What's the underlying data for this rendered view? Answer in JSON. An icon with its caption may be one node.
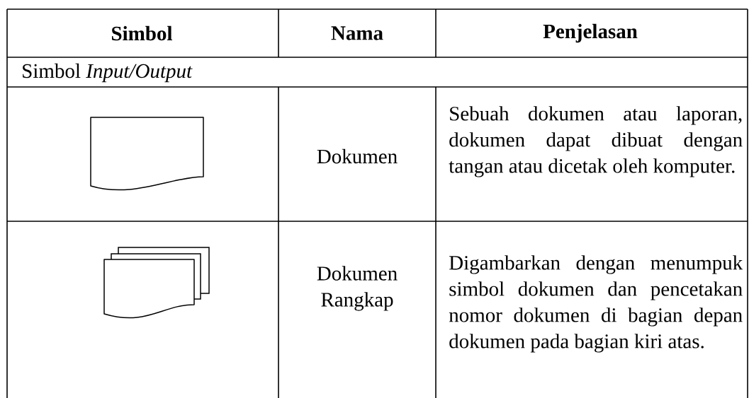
{
  "diagram": {
    "labels": [
      "Simbol",
      "Nama",
      "Penjelasan",
      "Simbol *Input/Output*",
      "Dokumen",
      "Sebuah dokumen atau laporan, dokumen dapat dibuat dengan tangan atau dicetak oleh komputer.",
      "Dokumen Rangkap",
      "Digambarkan dengan menumpuk simbol dokumen dan pencetakan nomor dokumen di bagian depan dokumen pada bagian kiri atas."
    ]
  }
}
